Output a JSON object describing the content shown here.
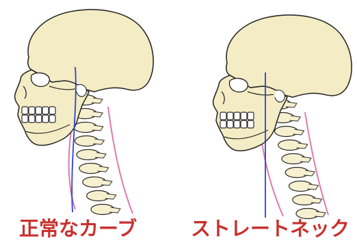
{
  "captions": {
    "normal": "正常なカーブ",
    "straight": "ストレートネック"
  },
  "colors": {
    "caption": "#c8312f",
    "skull_fill": "#f4ecc4",
    "outline": "#2a2a2a",
    "axis_line": "#2b3fd6",
    "throat_line": "#e07aa8",
    "vertebra_fill": "#f7f0cf"
  },
  "panels": [
    {
      "id": "normal",
      "spine": "curved"
    },
    {
      "id": "straight",
      "spine": "straight"
    }
  ]
}
